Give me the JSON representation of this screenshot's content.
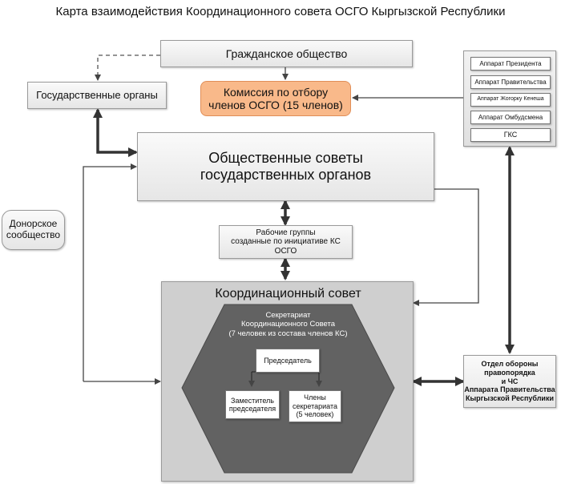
{
  "title": "Карта взаимодействия Координационного совета ОСГО Кыргызской Республики",
  "civil_society": "Гражданское общество",
  "commission": [
    "Комиссия по отбору",
    "членов ОСГО (15 членов)"
  ],
  "state_bodies": "Государственные органы",
  "public_councils": [
    "Общественные советы",
    "государственных органов"
  ],
  "donor": [
    "Донорское",
    "сообщество"
  ],
  "working_groups": [
    "Рабочие группы",
    "созданные по инициативе КС ОСГО"
  ],
  "coord_council": "Координационный совет",
  "secretariat": [
    "Секретариат",
    "Координационного Совета",
    "(7 человек из состава членов КС)"
  ],
  "chairman": "Председатель",
  "deputy": [
    "Заместитель",
    "председателя"
  ],
  "members": [
    "Члены",
    "секретариата",
    "(5 человек)"
  ],
  "apparatus": [
    "Аппарат Президента",
    "Аппарат Правительства",
    "Аппарат Жогорку Кенеша",
    "Аппарат Омбудсмена",
    "ГКС"
  ],
  "defense_dept": [
    "Отдел обороны",
    "правопорядка",
    "и ЧС",
    "Аппарата Правительства",
    "Кыргызской Республики"
  ],
  "colors": {
    "commission_fill": "#f9b98a",
    "coord_bg": "#cfcfcf",
    "hexagon": "#626262",
    "arrow": "#444444"
  }
}
